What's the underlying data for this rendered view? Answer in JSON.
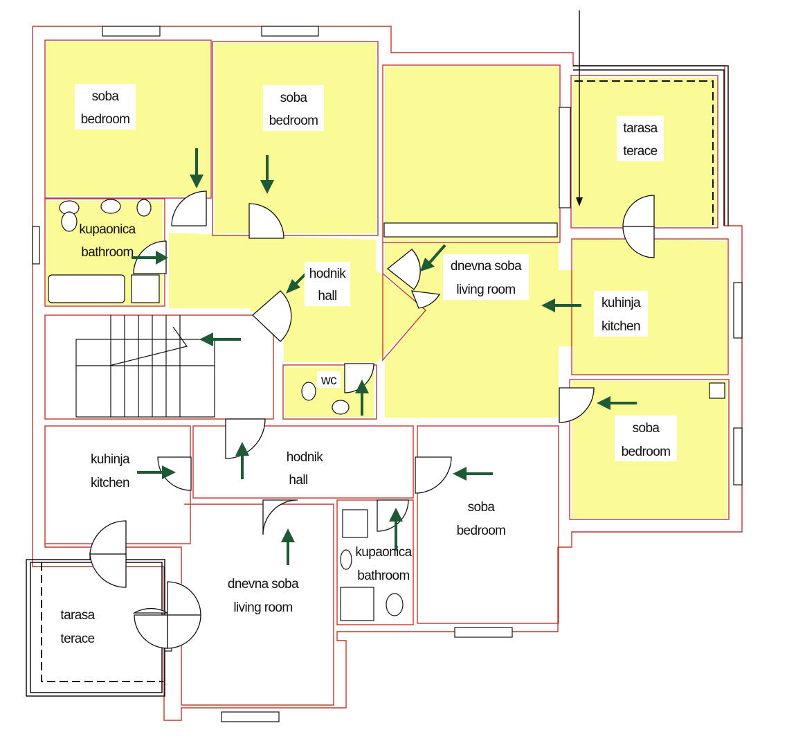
{
  "rooms": [
    {
      "id": "bedroom-nw",
      "line1": "soba",
      "line2": "bedroom"
    },
    {
      "id": "bedroom-n",
      "line1": "soba",
      "line2": "bedroom"
    },
    {
      "id": "terrace-ne",
      "line1": "tarasa",
      "line2": "terace"
    },
    {
      "id": "bathroom-upper",
      "line1": "kupaonica",
      "line2": "bathroom"
    },
    {
      "id": "hall-upper",
      "line1": "hodnik",
      "line2": "hall"
    },
    {
      "id": "living-upper",
      "line1": "dnevna soba",
      "line2": "living room"
    },
    {
      "id": "kitchen-upper",
      "line1": "kuhinja",
      "line2": "kitchen"
    },
    {
      "id": "wc",
      "line1": "wc",
      "line2": ""
    },
    {
      "id": "bedroom-e",
      "line1": "soba",
      "line2": "bedroom"
    },
    {
      "id": "kitchen-lower",
      "line1": "kuhinja",
      "line2": "kitchen"
    },
    {
      "id": "hall-lower",
      "line1": "hodnik",
      "line2": "hall"
    },
    {
      "id": "bedroom-s",
      "line1": "soba",
      "line2": "bedroom"
    },
    {
      "id": "bathroom-lower",
      "line1": "kupaonica",
      "line2": "bathroom"
    },
    {
      "id": "living-lower",
      "line1": "dnevna soba",
      "line2": "living room"
    },
    {
      "id": "terrace-sw",
      "line1": "tarasa",
      "line2": "terace"
    }
  ],
  "colors": {
    "highlight": "#fafa96",
    "wall": "#c0392b",
    "arrow": "#1e5a36"
  }
}
